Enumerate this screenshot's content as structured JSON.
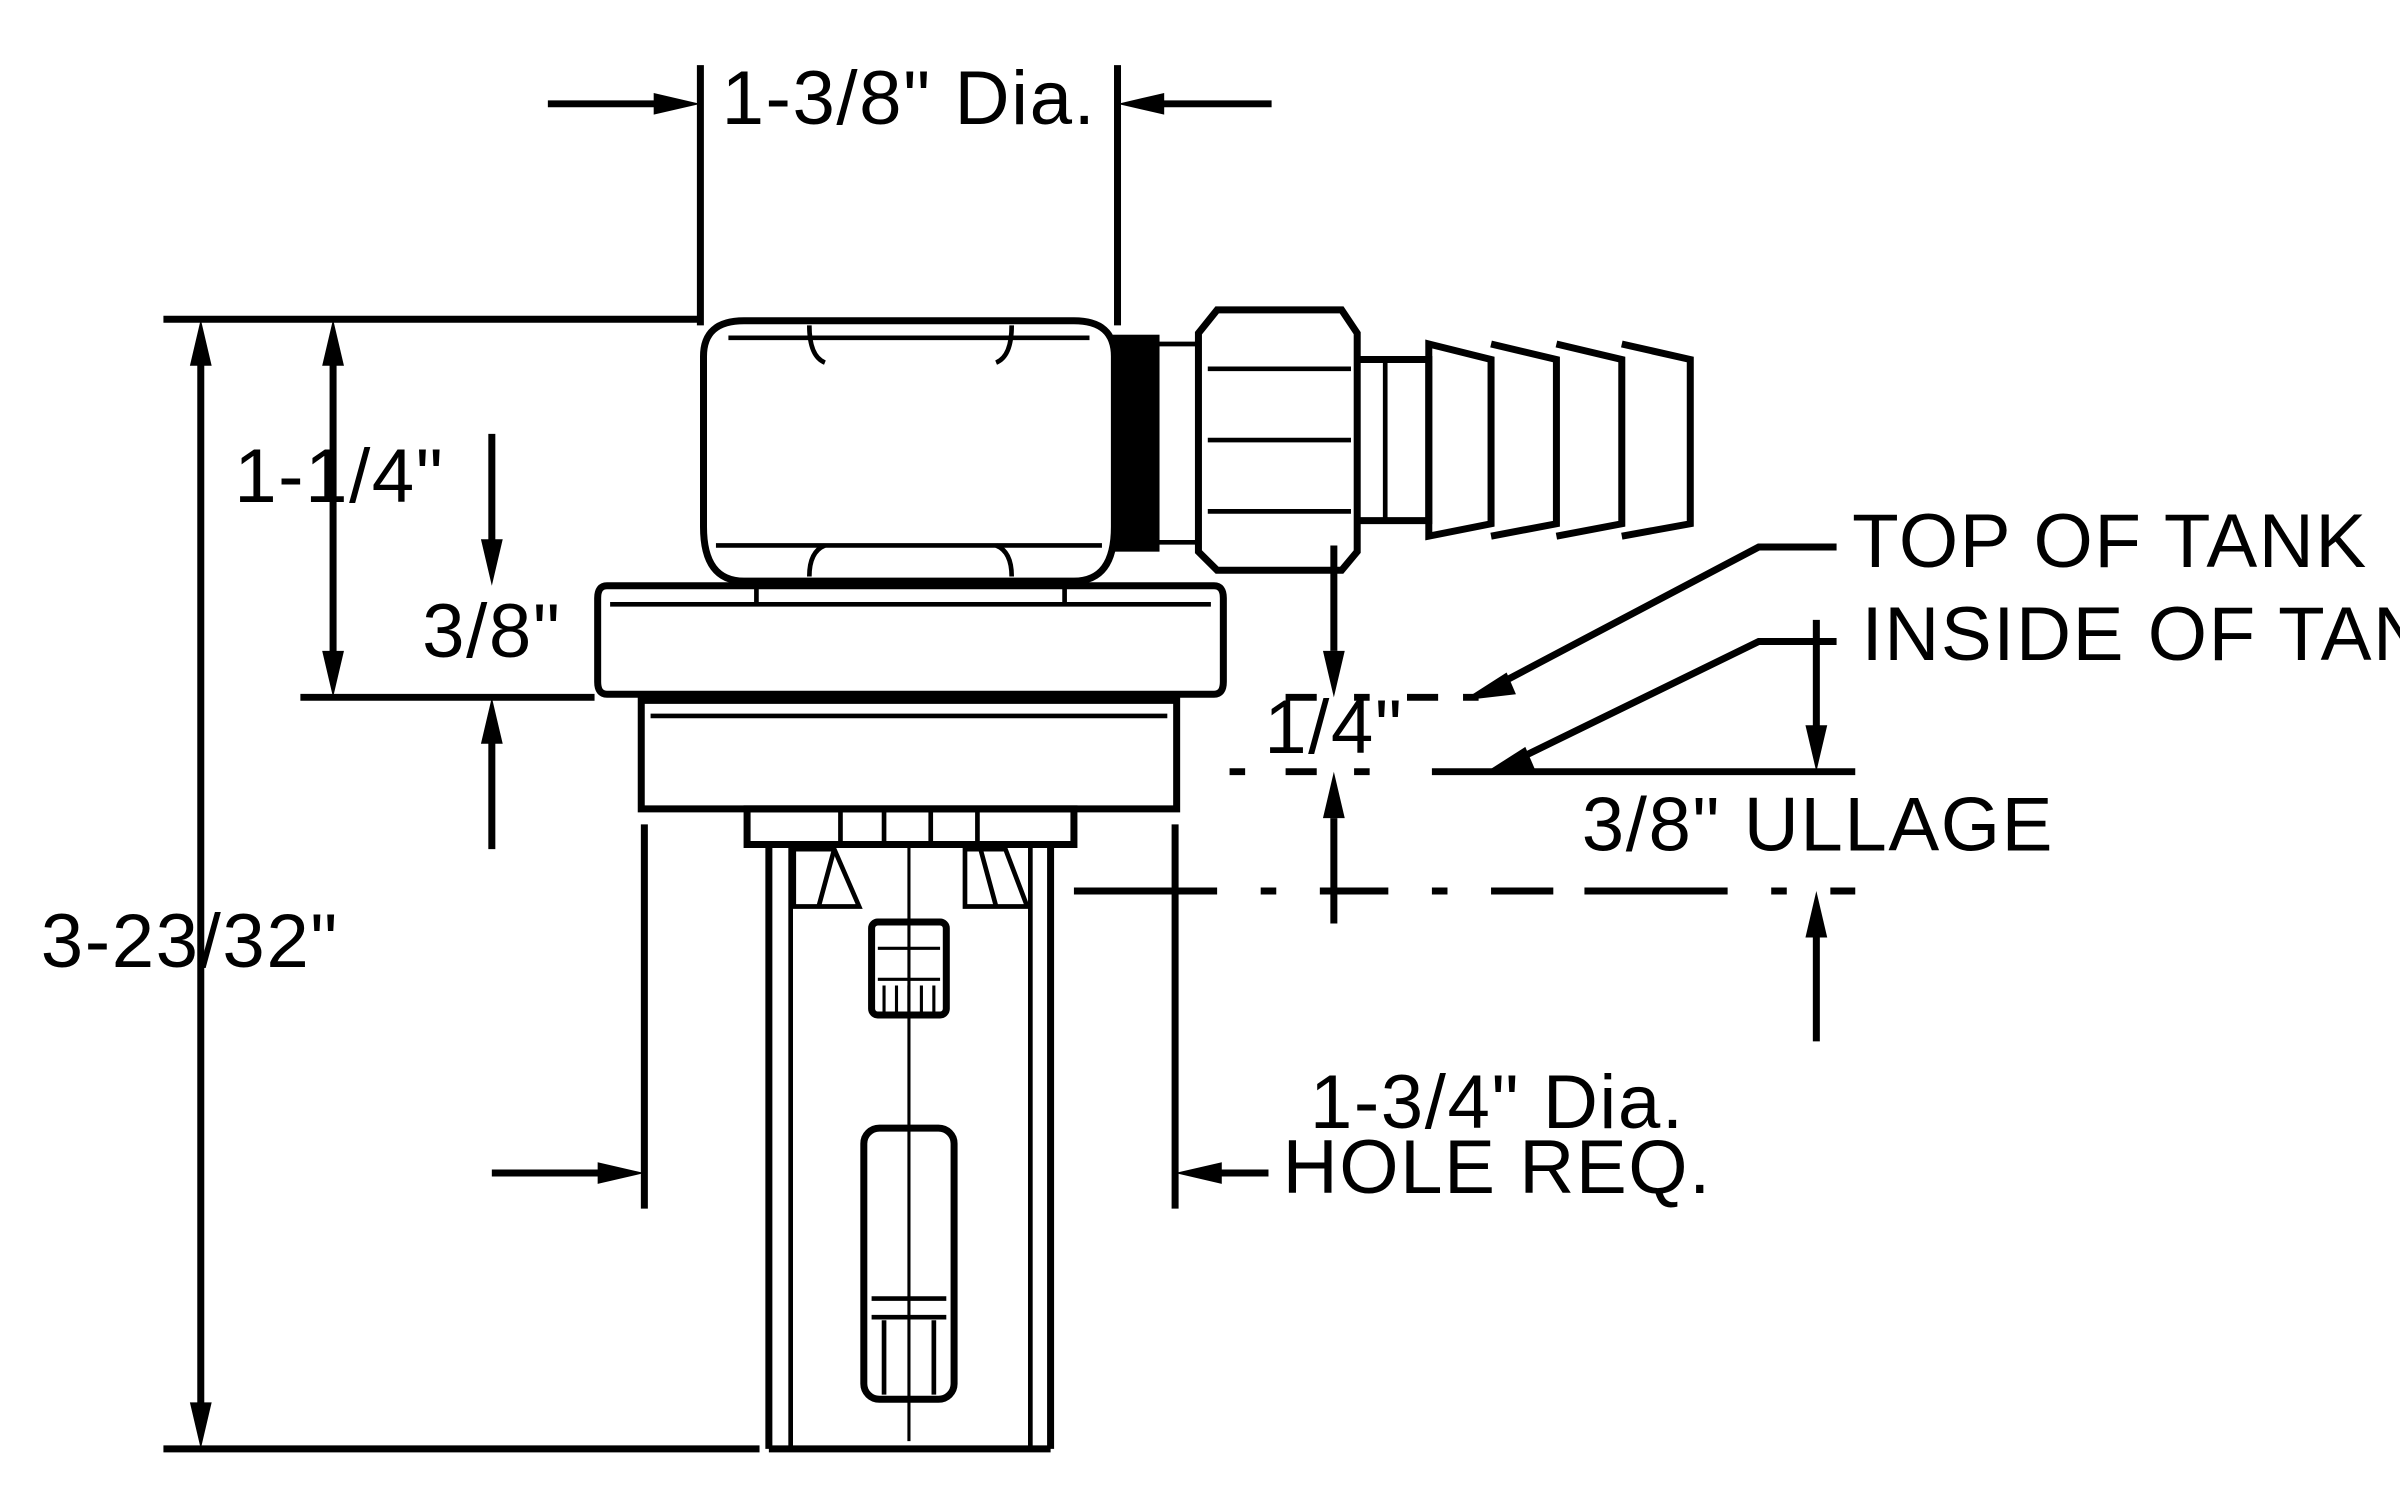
{
  "labels": {
    "top_width": "1-3/8\" Dia.",
    "head_height": "1-1/4\"",
    "flange_thickness": "3/8\"",
    "overall_height": "3-23/32\"",
    "tank_wall": "1/4\"",
    "top_of_tank": "TOP OF TANK",
    "inside_of_tank": "INSIDE OF TANK",
    "ullage": "3/8\" ULLAGE",
    "hole_dia_line1": "1-3/4\" Dia.",
    "hole_dia_line2": "HOLE REQ."
  },
  "colors": {
    "line": "#000000",
    "background": "#ffffff"
  }
}
